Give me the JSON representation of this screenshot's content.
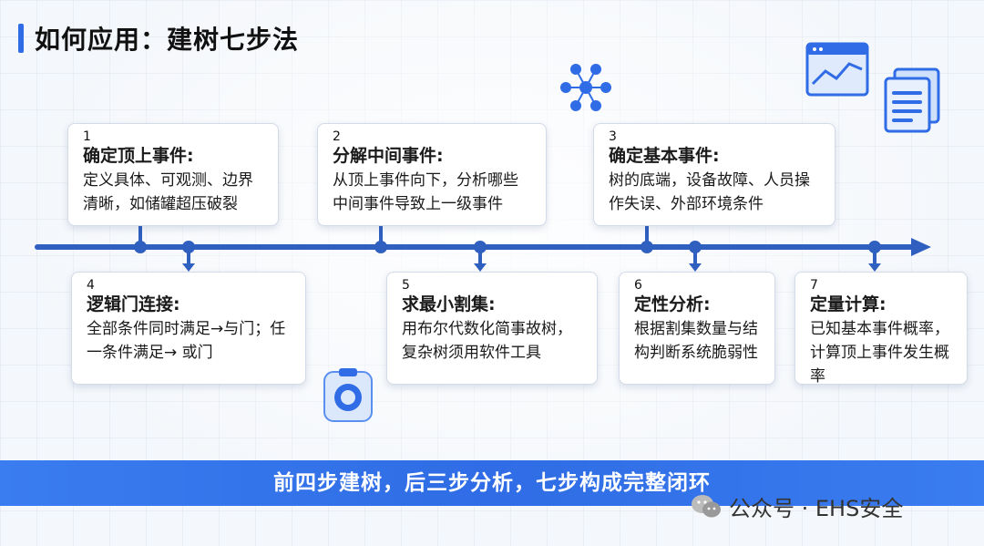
{
  "title": "如何应用：建树七步法",
  "steps": [
    {
      "num": "1",
      "head": "确定顶上事件:",
      "desc": "定义具体、可观测、边界清晰，如储罐超压破裂"
    },
    {
      "num": "2",
      "head": "分解中间事件:",
      "desc": "从顶上事件向下，分析哪些中间事件导致上一级事件"
    },
    {
      "num": "3",
      "head": "确定基本事件:",
      "desc": "树的底端，设备故障、人员操作失误、外部环境条件"
    },
    {
      "num": "4",
      "head": "逻辑门连接:",
      "desc": "全部条件同时满足→与门；任一条件满足→ 或门"
    },
    {
      "num": "5",
      "head": "求最小割集:",
      "desc": "用布尔代数化简事故树，复杂树须用软件工具"
    },
    {
      "num": "6",
      "head": "定性分析:",
      "desc": "根据割集数量与结构判断系统脆弱性"
    },
    {
      "num": "7",
      "head": "定量计算:",
      "desc": "已知基本事件概率，计算顶上事件发生概率"
    }
  ],
  "banner": "前四步建树，后三步分析，七步构成完整闭环",
  "watermark": "公众号 · EHS安全",
  "colors": {
    "accent": "#2f6ce5",
    "timeline": "#2f5fbf"
  },
  "icons": [
    "network-icon",
    "chart-window-icon",
    "documents-icon",
    "clipboard-target-icon",
    "wechat-icon"
  ]
}
